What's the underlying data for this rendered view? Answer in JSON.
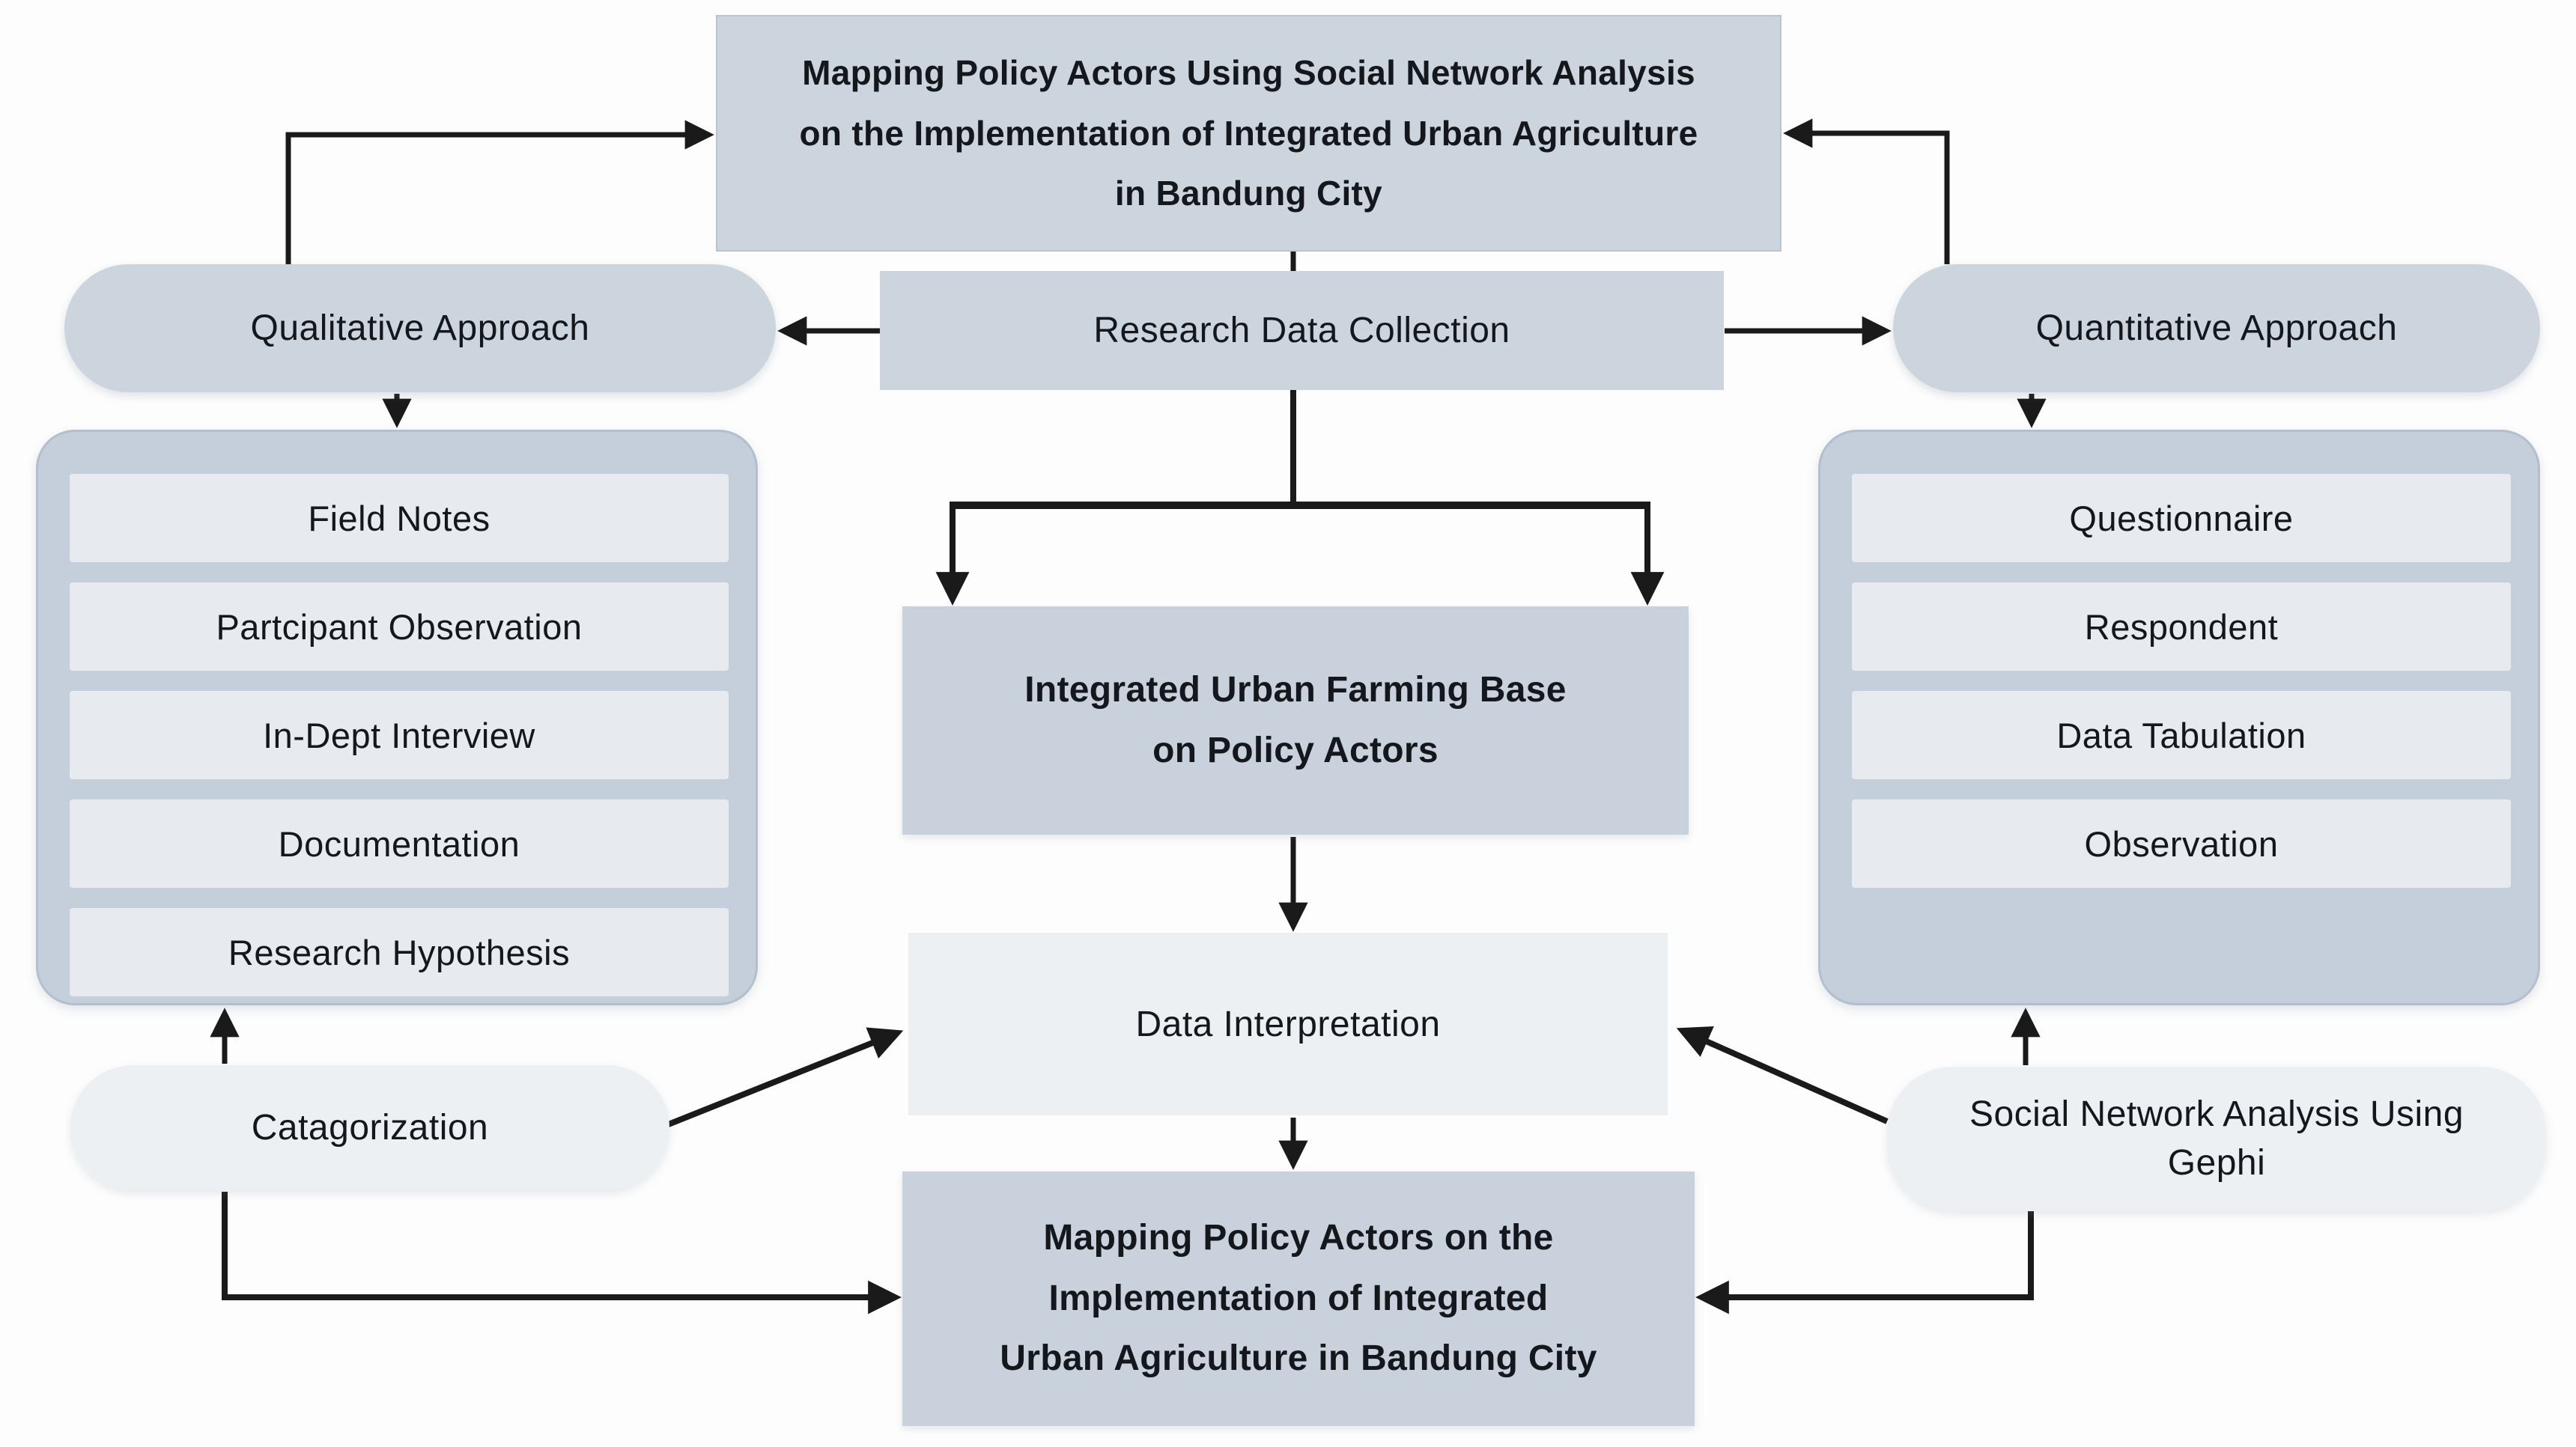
{
  "colors": {
    "box_blue": "#ccd5de",
    "box_blue_deep": "#c9d2dc",
    "container_blue": "#c5cfdb",
    "row_light": "#e7eaee",
    "pill_light": "#edf0f3",
    "line_color": "#1a1a1a",
    "text_dark": "#14181d",
    "page_bg": "#fdfdfd"
  },
  "title_box": {
    "lines": [
      "Mapping Policy Actors Using Social Network Analysis",
      "on the Implementation of Integrated Urban Agriculture",
      "in Bandung City"
    ]
  },
  "research_data_collection": {
    "label": "Research Data Collection"
  },
  "qualitative": {
    "label": "Qualitative Approach",
    "items": [
      "Field Notes",
      "Partcipant Observation",
      "In-Dept Interview",
      "Documentation",
      "Research Hypothesis"
    ]
  },
  "quantitative": {
    "label": "Quantitative Approach",
    "items": [
      "Questionnaire",
      "Respondent",
      "Data Tabulation",
      "Observation"
    ]
  },
  "center_box": {
    "lines": [
      "Integrated Urban Farming Base",
      "on Policy Actors"
    ]
  },
  "data_interpretation": {
    "label": "Data Interpretation"
  },
  "catagorization": {
    "label": "Catagorization"
  },
  "sna_gephi": {
    "lines": [
      "Social Network Analysis Using",
      "Gephi"
    ]
  },
  "bottom_box": {
    "lines": [
      "Mapping Policy Actors on the",
      "Implementation of Integrated",
      "Urban Agriculture in Bandung City"
    ]
  }
}
